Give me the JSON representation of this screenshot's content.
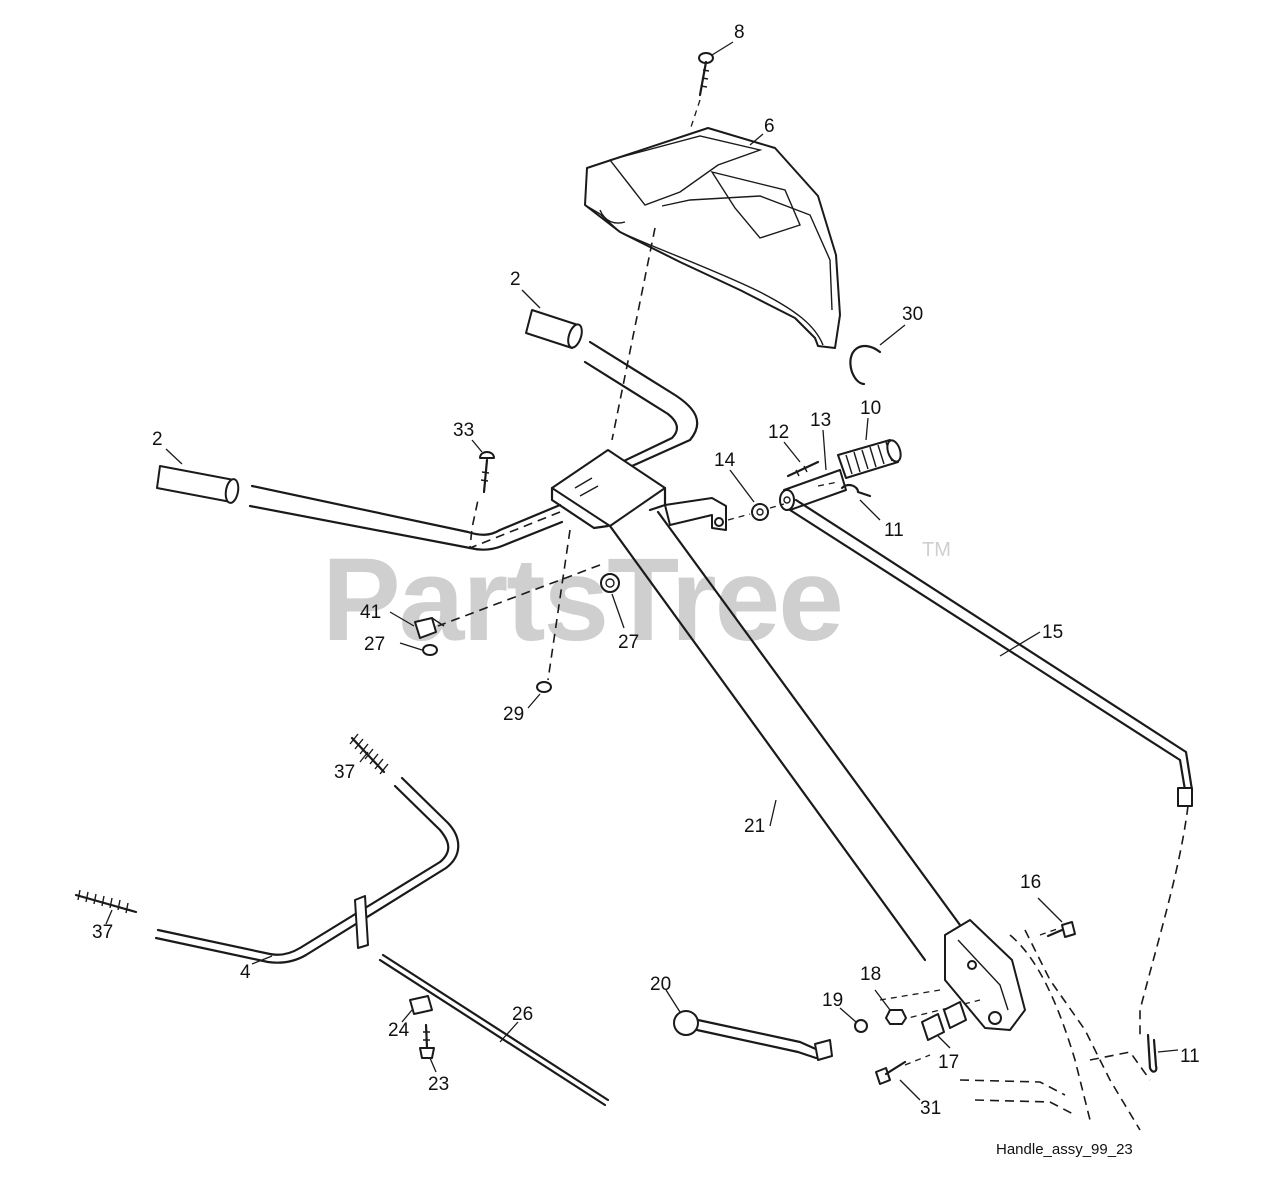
{
  "watermark": {
    "brand": "PartsTree",
    "trademark": "TM"
  },
  "diagram_id": "Handle_assy_99_23",
  "callouts": {
    "c8": "8",
    "c6": "6",
    "c30": "30",
    "c2a": "2",
    "c2b": "2",
    "c33": "33",
    "c10": "10",
    "c12": "12",
    "c13": "13",
    "c14": "14",
    "c11a": "11",
    "c41": "41",
    "c27a": "27",
    "c27b": "27",
    "c15": "15",
    "c29": "29",
    "c37a": "37",
    "c37b": "37",
    "c21": "21",
    "c4": "4",
    "c16": "16",
    "c26": "26",
    "c20": "20",
    "c19": "19",
    "c18": "18",
    "c24": "24",
    "c23": "23",
    "c17": "17",
    "c11b": "11",
    "c31": "31"
  }
}
